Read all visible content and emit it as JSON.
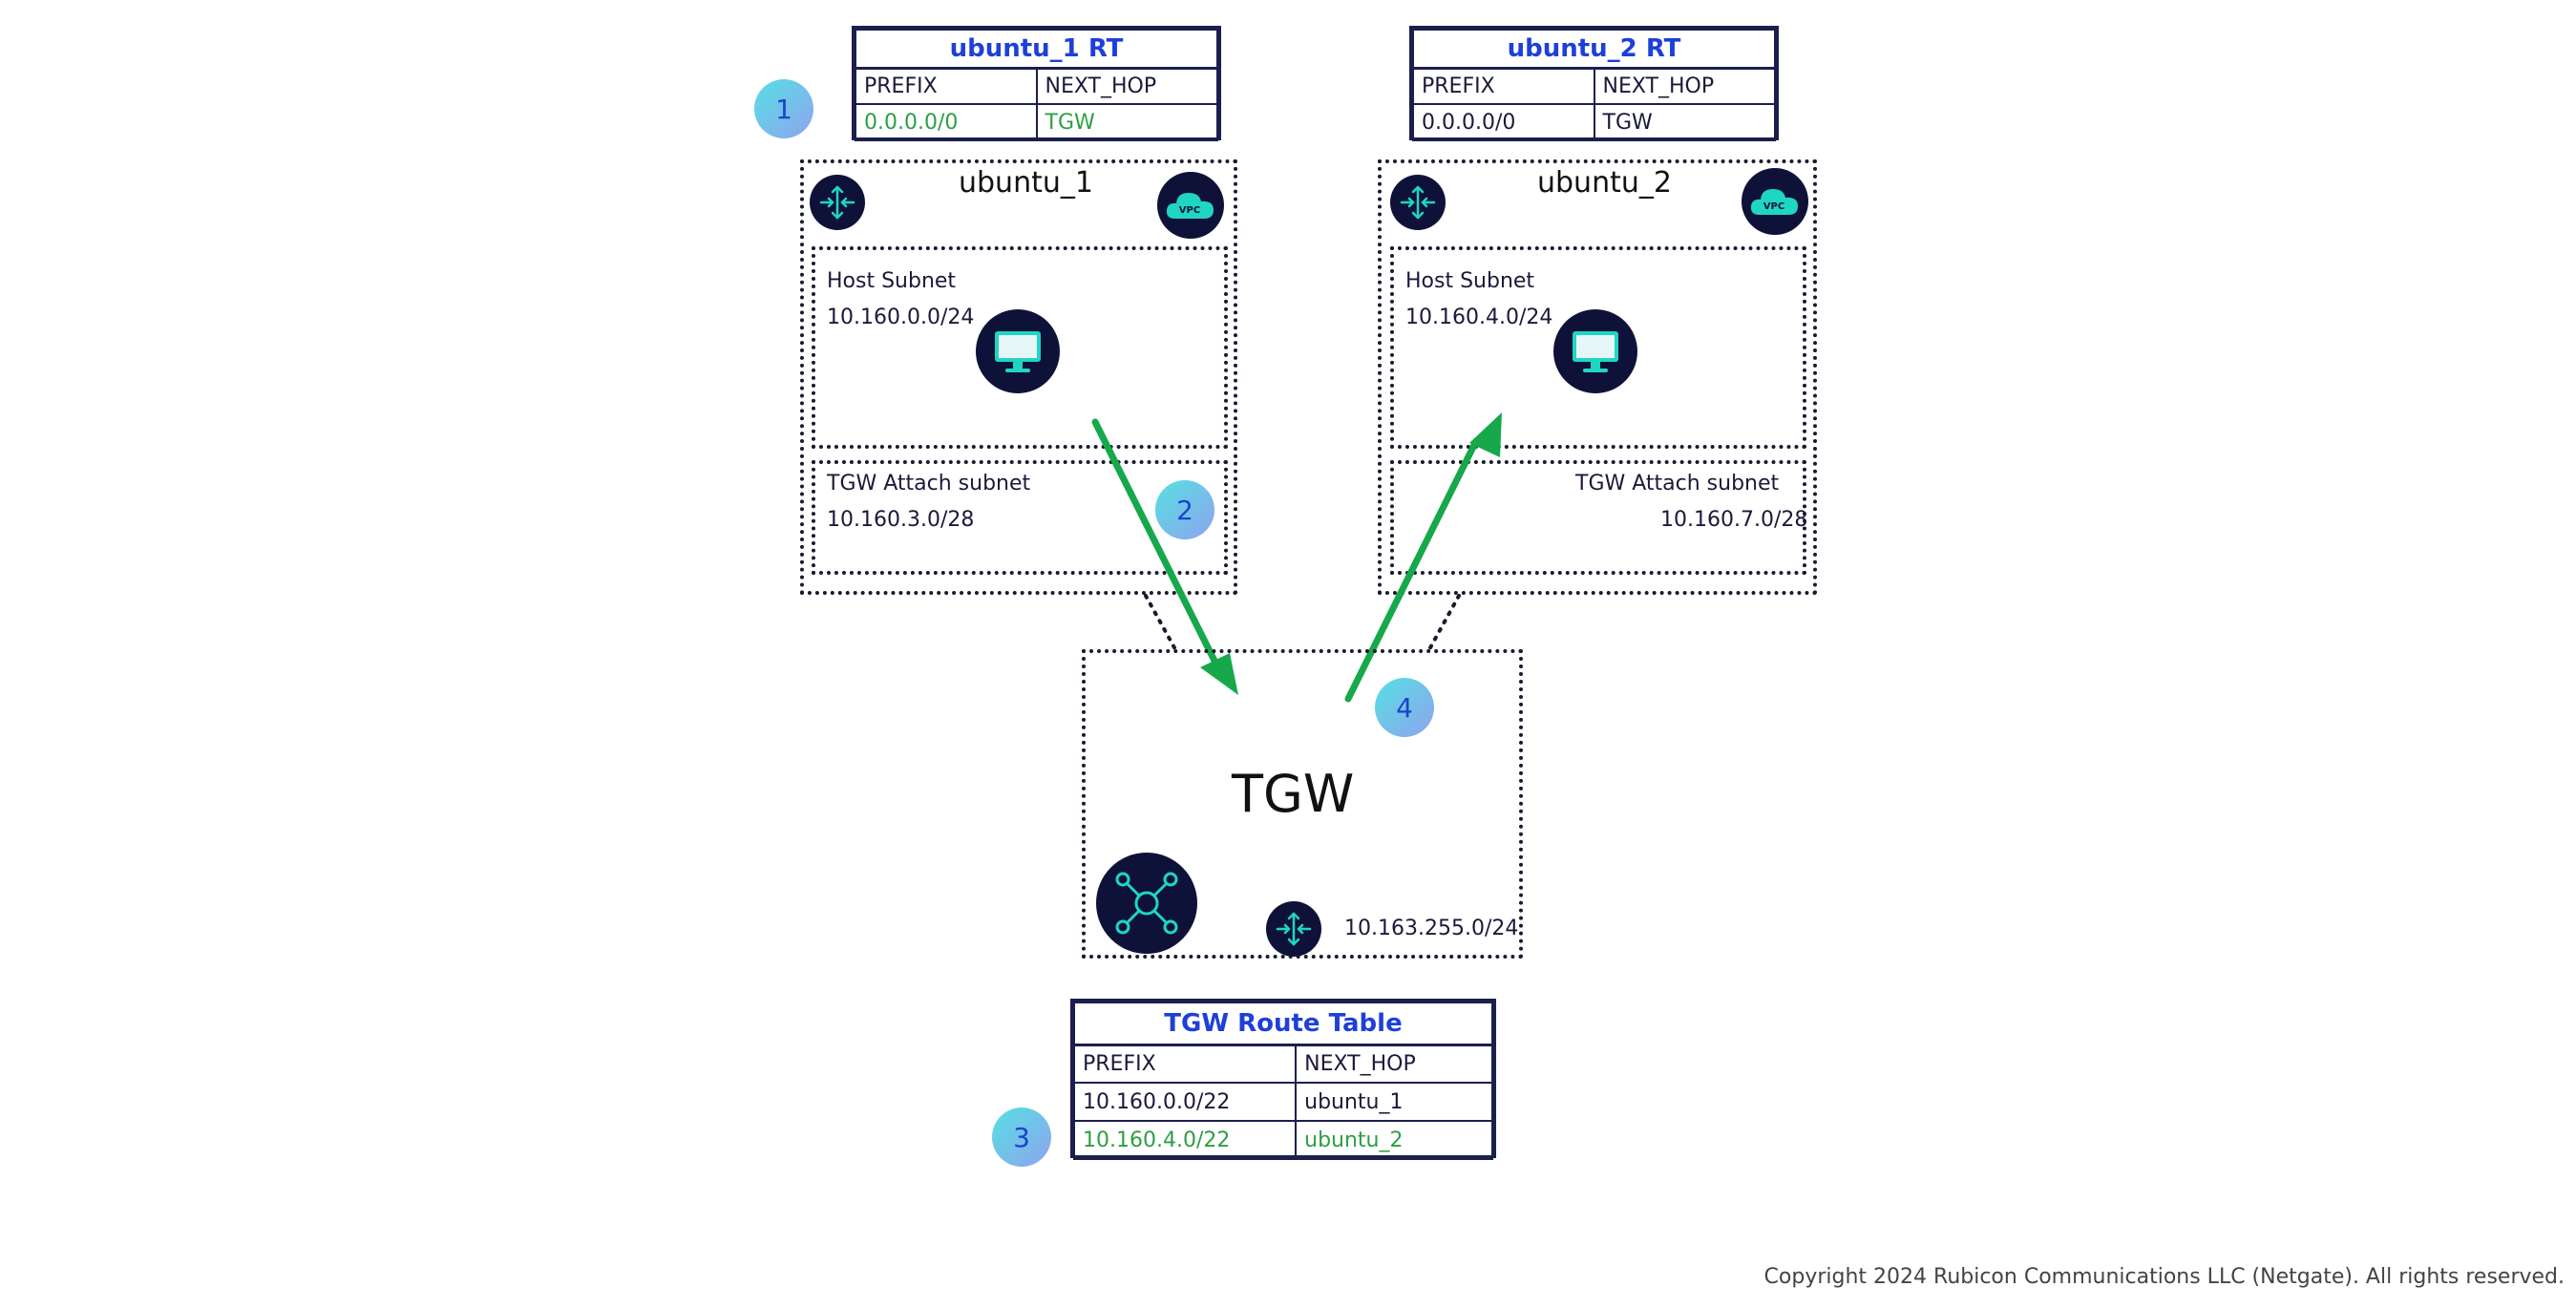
{
  "rt1": {
    "title": "ubuntu_1 RT",
    "headers": [
      "PREFIX",
      "NEXT_HOP"
    ],
    "rows": [
      [
        "0.0.0.0/0",
        "TGW"
      ]
    ]
  },
  "rt2": {
    "title": "ubuntu_2 RT",
    "headers": [
      "PREFIX",
      "NEXT_HOP"
    ],
    "rows": [
      [
        "0.0.0.0/0",
        "TGW"
      ]
    ]
  },
  "tgw_rt": {
    "title": "TGW Route Table",
    "headers": [
      "PREFIX",
      "NEXT_HOP"
    ],
    "rows": [
      [
        "10.160.0.0/22",
        "ubuntu_1"
      ],
      [
        "10.160.4.0/22",
        "ubuntu_2"
      ]
    ]
  },
  "vpc1": {
    "name": "ubuntu_1",
    "host_subnet": "Host Subnet",
    "host_cidr": "10.160.0.0/24",
    "attach_subnet": "TGW Attach subnet",
    "attach_cidr": "10.160.3.0/28",
    "vpc_badge": "VPC"
  },
  "vpc2": {
    "name": "ubuntu_2",
    "host_subnet": "Host Subnet",
    "host_cidr": "10.160.4.0/24",
    "attach_subnet": "TGW Attach subnet",
    "attach_cidr": "10.160.7.0/28",
    "vpc_badge": "VPC"
  },
  "tgw": {
    "name": "TGW",
    "cidr": "10.163.255.0/24"
  },
  "steps": [
    "1",
    "2",
    "3",
    "4"
  ],
  "copyright": "Copyright 2024 Rubicon Communications LLC (Netgate). All rights reserved.",
  "colors": {
    "arrow": "#16a84a",
    "icon_bg": "#0f1238",
    "icon_fg": "#1fd6c4",
    "title_blue": "#1e3fd9",
    "active_route": "#2e9e45"
  },
  "icons": [
    "router-icon",
    "vpc-cloud-icon",
    "monitor-icon",
    "transit-gateway-hub-icon"
  ]
}
